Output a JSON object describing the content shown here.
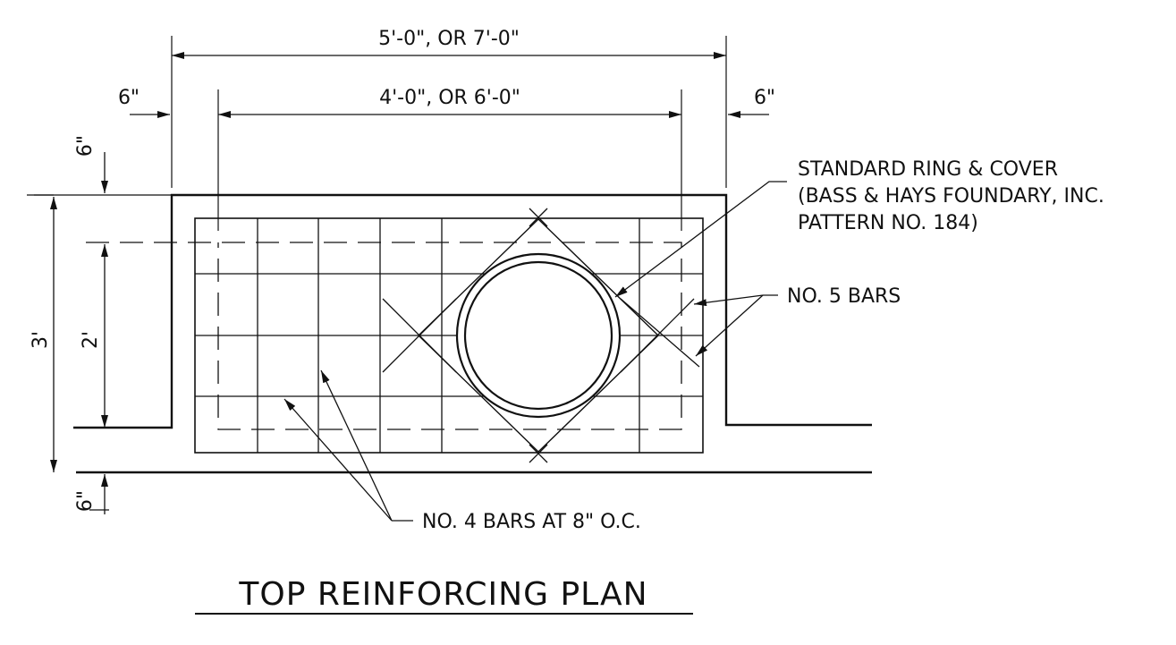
{
  "title": "TOP REINFORCING PLAN",
  "dimensions": {
    "outer_width": "5'-0\", OR 7'-0\"",
    "inner_width": "4'-0\", OR 6'-0\"",
    "wall_left": "6\"",
    "wall_right": "6\"",
    "top_slab": "6\"",
    "bottom_slab": "6\"",
    "overall_height": "3'",
    "inner_height": "2'"
  },
  "callouts": {
    "ring_cover": [
      "STANDARD RING & COVER",
      "(BASS & HAYS FOUNDARY, INC.",
      "PATTERN NO. 184)"
    ],
    "no5_bars": "NO. 5 BARS",
    "no4_bars": "NO. 4 BARS AT 8\" O.C."
  }
}
